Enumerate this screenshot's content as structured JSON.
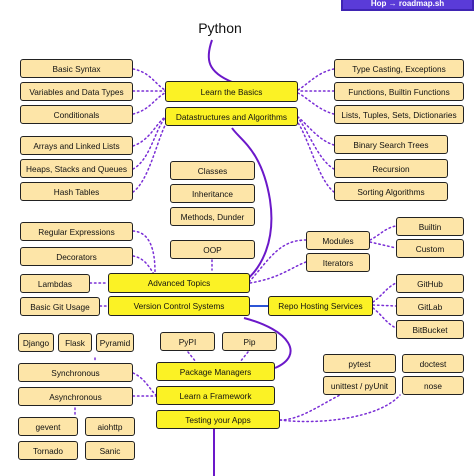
{
  "banner": {
    "label": "Hop → roadmap.sh"
  },
  "title": "Python",
  "nodes": {
    "basic_syntax": "Basic Syntax",
    "variables": "Variables and Data Types",
    "conditionals": "Conditionals",
    "learn_basics": "Learn the Basics",
    "type_casting": "Type Casting, Exceptions",
    "functions": "Functions, Builtin Functions",
    "lists_tuples": "Lists, Tuples, Sets, Dictionaries",
    "ds_algorithms": "Datastructures and Algorithms",
    "arrays": "Arrays and Linked Lists",
    "heaps": "Heaps, Stacks and Queues",
    "hash_tables": "Hash Tables",
    "bst": "Binary Search Trees",
    "recursion": "Recursion",
    "sorting": "Sorting Algorithms",
    "classes": "Classes",
    "inheritance": "Inheritance",
    "methods_dunder": "Methods, Dunder",
    "oop": "OOP",
    "regex": "Regular Expressions",
    "decorators": "Decorators",
    "lambdas": "Lambdas",
    "iterators": "Iterators",
    "modules": "Modules",
    "builtin": "Builtin",
    "custom": "Custom",
    "advanced": "Advanced Topics",
    "basic_git": "Basic Git Usage",
    "vcs": "Version Control Systems",
    "repo_hosting": "Repo Hosting Services",
    "github": "GitHub",
    "gitlab": "GitLab",
    "bitbucket": "BitBucket",
    "pypi": "PyPI",
    "pip": "Pip",
    "package_managers": "Package Managers",
    "django": "Django",
    "flask": "Flask",
    "pyramid": "Pyramid",
    "synchronous": "Synchronous",
    "asynchronous": "Asynchronous",
    "gevent": "gevent",
    "aiohttp": "aiohttp",
    "tornado": "Tornado",
    "sanic": "Sanic",
    "learn_framework": "Learn a Framework",
    "testing": "Testing your Apps",
    "pytest": "pytest",
    "doctest": "doctest",
    "unittest": "unittest / pyUnit",
    "nose": "nose"
  },
  "colors": {
    "main_fill": "#fbf225",
    "sub_fill": "#fde5a8",
    "spine": "#6b18c9",
    "dotted": "#7a2ed6",
    "solid_link": "#2c55d6"
  }
}
